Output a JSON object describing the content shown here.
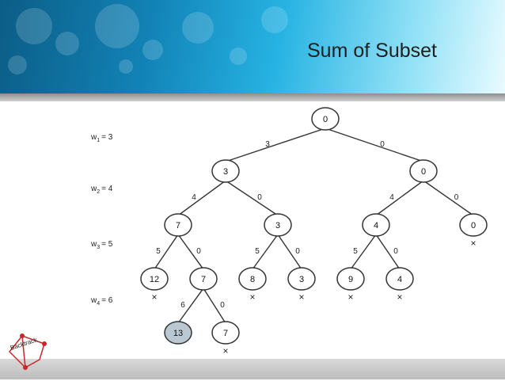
{
  "slide": {
    "title": "Sum of Subset"
  },
  "levels": [
    {
      "var": "w",
      "sub": "1",
      "eq": "= 3"
    },
    {
      "var": "w",
      "sub": "2",
      "eq": "= 4"
    },
    {
      "var": "w",
      "sub": "3",
      "eq": "= 5"
    },
    {
      "var": "w",
      "sub": "4",
      "eq": "= 6"
    }
  ],
  "tree": {
    "nodes": [
      {
        "id": "n0",
        "label": "0"
      },
      {
        "id": "n1",
        "label": "3"
      },
      {
        "id": "n2",
        "label": "0"
      },
      {
        "id": "n3",
        "label": "7"
      },
      {
        "id": "n4",
        "label": "3"
      },
      {
        "id": "n5",
        "label": "4"
      },
      {
        "id": "n6",
        "label": "0",
        "dead": true
      },
      {
        "id": "n7",
        "label": "12",
        "dead": true
      },
      {
        "id": "n8",
        "label": "7"
      },
      {
        "id": "n9",
        "label": "8",
        "dead": true
      },
      {
        "id": "n10",
        "label": "3",
        "dead": true
      },
      {
        "id": "n11",
        "label": "9",
        "dead": true
      },
      {
        "id": "n12",
        "label": "4",
        "dead": true
      },
      {
        "id": "n13",
        "label": "13",
        "solution": true
      },
      {
        "id": "n14",
        "label": "7",
        "dead": true
      }
    ],
    "edges": [
      {
        "from": "n0",
        "to": "n1",
        "label": "3"
      },
      {
        "from": "n0",
        "to": "n2",
        "label": "0"
      },
      {
        "from": "n1",
        "to": "n3",
        "label": "4"
      },
      {
        "from": "n1",
        "to": "n4",
        "label": "0"
      },
      {
        "from": "n2",
        "to": "n5",
        "label": "4"
      },
      {
        "from": "n2",
        "to": "n6",
        "label": "0"
      },
      {
        "from": "n3",
        "to": "n7",
        "label": "5"
      },
      {
        "from": "n3",
        "to": "n8",
        "label": "0"
      },
      {
        "from": "n4",
        "to": "n9",
        "label": "5"
      },
      {
        "from": "n4",
        "to": "n10",
        "label": "0"
      },
      {
        "from": "n5",
        "to": "n11",
        "label": "5"
      },
      {
        "from": "n5",
        "to": "n12",
        "label": "0"
      },
      {
        "from": "n8",
        "to": "n13",
        "label": "6"
      },
      {
        "from": "n8",
        "to": "n14",
        "label": "0"
      }
    ],
    "dead_marker": "×"
  },
  "logo": {
    "text": "Backtrack"
  },
  "colors": {
    "line": "#333333",
    "node_fill": "#ffffff",
    "solution_fill": "#b9c8d2",
    "title": "#1f1f1f"
  }
}
